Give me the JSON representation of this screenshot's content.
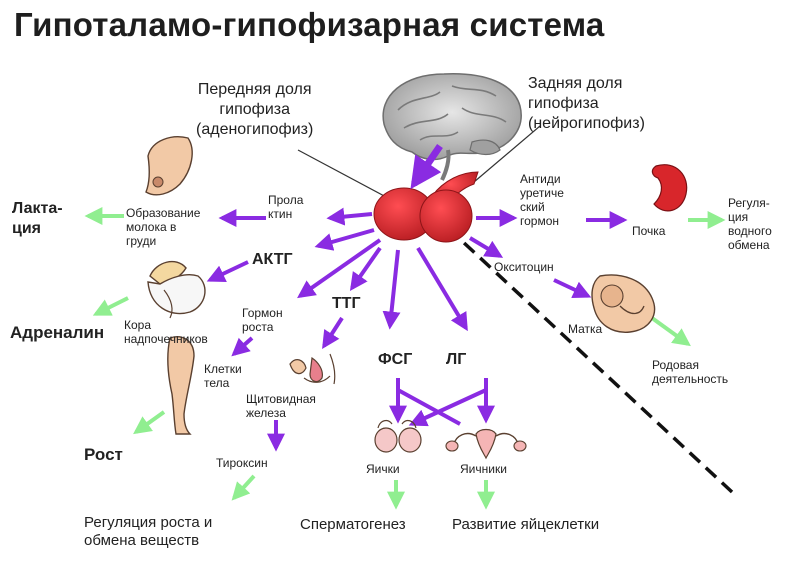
{
  "title": "Гипоталамо-гипофизарная система",
  "labels": {
    "anterior_lobe": [
      "Передняя доля",
      "гипофиза",
      "(аденогипофиз)"
    ],
    "posterior_lobe": [
      "Задняя доля",
      "гипофиза",
      "(нейрогипофиз)"
    ],
    "prolactin": [
      "Прола",
      "ктин"
    ],
    "milk_formation": [
      "Образование",
      "молока в",
      "груди"
    ],
    "lactation": [
      "Лакта-",
      "ция"
    ],
    "acth": "АКТГ",
    "adrenal_cortex": [
      "Кора",
      "надпочечников"
    ],
    "adrenaline": "Адреналин",
    "growth_hormone": [
      "Гормон",
      "роста"
    ],
    "body_cells": [
      "Клетки",
      "тела"
    ],
    "growth": "Рост",
    "tsh": "ТТГ",
    "thyroid": [
      "Щитовидная",
      "железа"
    ],
    "thyroxine": "Тироксин",
    "growth_metabolism": [
      "Регуляция роста и",
      "обмена веществ"
    ],
    "fsh": "ФСГ",
    "lh": "ЛГ",
    "testes": "Яички",
    "ovaries": "Яичники",
    "spermatogenesis": "Сперматогенез",
    "egg_development": "Развитие яйцеклетки",
    "adh": [
      "Антиди",
      "уретиче",
      "ский",
      "гормон"
    ],
    "kidney": "Почка",
    "water_regulation": [
      "Регуля-",
      "ция",
      "водного",
      "обмена"
    ],
    "oxytocin": "Окситоцин",
    "uterus": "Матка",
    "labor": [
      "Родовая",
      "деятельность"
    ]
  },
  "colors": {
    "hormone_arrow": "#8a2be2",
    "effect_arrow": "#90ee90",
    "pituitary": "#d8262b",
    "brain": "#c9c9c9"
  }
}
